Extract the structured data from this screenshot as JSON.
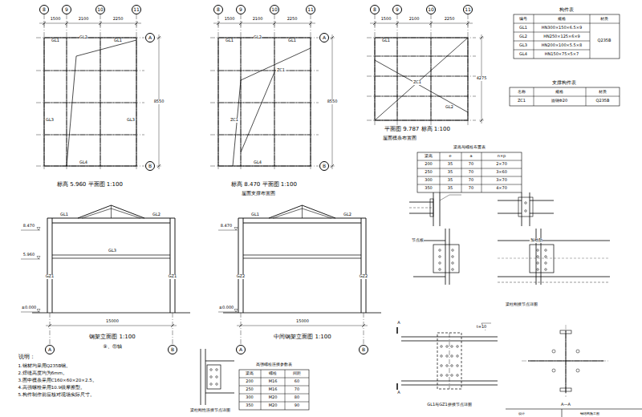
{
  "diagram": {
    "nodes": [
      {
        "text": [
          "8"
        ]
      },
      {
        "text": [
          "9"
        ]
      },
      {
        "text": [
          "10"
        ]
      },
      {
        "text": [
          "11"
        ]
      },
      {
        "text": [
          "A"
        ]
      },
      {
        "text": [
          "B"
        ]
      },
      {
        "text": [
          "8"
        ]
      },
      {
        "text": [
          "9"
        ]
      },
      {
        "text": [
          "10"
        ]
      },
      {
        "text": [
          "11"
        ]
      },
      {
        "text": [
          "A"
        ]
      },
      {
        "text": [
          "B"
        ]
      },
      {
        "text": [
          "8"
        ]
      },
      {
        "text": [
          "9"
        ]
      },
      {
        "text": [
          "10"
        ]
      },
      {
        "text": [
          "11"
        ]
      },
      {
        "text": [
          "A"
        ]
      },
      {
        "text": [
          "B"
        ]
      },
      {
        "text": [
          "A"
        ]
      },
      {
        "text": [
          "B"
        ]
      }
    ],
    "labels": [
      "1500",
      "2100",
      "2250",
      "8550",
      "GL1",
      "GL2",
      "GL1",
      "GL3",
      "GL3",
      "GL4",
      "标高 5.960 平面图 1:100",
      "1500",
      "2100",
      "2250",
      "8550",
      "GL1",
      "GL2",
      "GL1",
      "ZC1",
      "ZC1",
      "GL4",
      "标高 8.470 平面图 1:100",
      "屋面支撑布置图",
      "1500",
      "2100",
      "2250",
      "4275",
      "GL1",
      "ZC1",
      "GL2",
      "平面图 9.787 标高 1:100",
      "屋面檩条布置图",
      "构件表",
      "编号",
      "规格",
      "材质",
      "GL1",
      "HN300×150×6.5×9",
      "GL2",
      "HN250×125×6×9",
      "GL3",
      "HN200×100×5.5×8",
      "GL4",
      "HN150×75×5×7",
      "Q235B",
      "支撑构件表",
      "名称",
      "规格",
      "材质",
      "ZC1",
      "圆钢Φ20",
      "Q235B",
      "梁高与螺栓布置表",
      "梁高",
      "e",
      "a",
      "n×p",
      "200",
      "35",
      "70",
      "2×70",
      "250",
      "35",
      "70",
      "3×60",
      "300",
      "35",
      "70",
      "3×70",
      "350",
      "35",
      "70",
      "4×70",
      "8.470",
      "5.960",
      "±0.000",
      "GL1",
      "GL2",
      "GZ1",
      "GZ1",
      "GL3",
      "15000",
      "钢架立面图 1:100",
      "⑨、⑪轴",
      "8.470",
      "±0.000",
      "GL1",
      "GL2",
      "GZ2",
      "GZ2",
      "15000",
      "中间钢架立面图 1:100",
      "说明：",
      "1.钢材均采用Q235B钢。",
      "2.焊缝高度均为6mm。",
      "3.图中檩条采用C160×60×20×2.5。",
      "4.高强螺栓采用10.9级摩擦型。",
      "5.构件制作前应核对现场实际尺寸。",
      "梁柱刚性连接节点详图",
      "高强螺栓连接参数表",
      "梁高",
      "螺栓",
      "间距",
      "200",
      "M16",
      "60",
      "250",
      "M16",
      "70",
      "300",
      "M20",
      "80",
      "350",
      "M20",
      "90",
      "梁柱刚接节点详图",
      "GL1与GZ1拼接节点详图",
      "A—A",
      "A",
      "A",
      "节点板",
      "加劲肋",
      "t=10",
      "设计",
      "钢结构施工图"
    ]
  }
}
